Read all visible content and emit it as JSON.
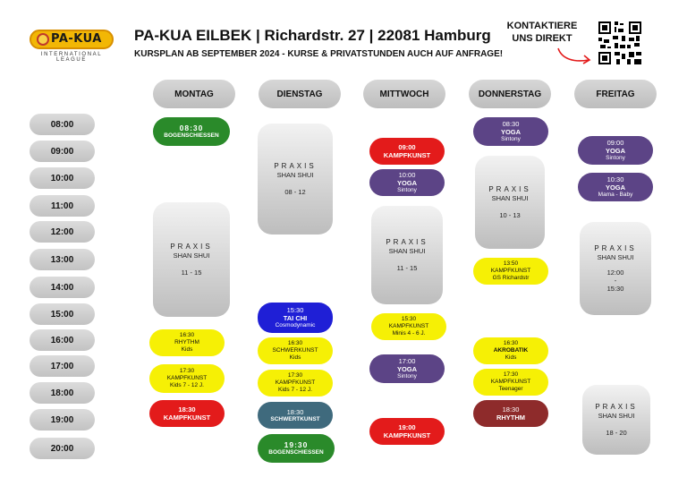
{
  "logo": {
    "text": "PA-KUA",
    "subtext": "INTERNATIONAL LEAGUE"
  },
  "header": {
    "title": "PA-KUA EILBEK | Richardstr. 27 | 22081 Hamburg",
    "subtitle": "KURSPLAN AB SEPTEMBER 2024 - KURSE & PRIVATSTUNDEN AUCH AUF ANFRAGE!"
  },
  "contact": {
    "line1": "KONTAKTIERE",
    "line2": "UNS DIREKT"
  },
  "days": [
    "MONTAG",
    "DIENSTAG",
    "MITTWOCH",
    "DONNERSTAG",
    "FREITAG"
  ],
  "times": [
    "08:00",
    "09:00",
    "10:00",
    "11:00",
    "12:00",
    "13:00",
    "14:00",
    "15:00",
    "16:00",
    "17:00",
    "18:00",
    "19:00",
    "20:00"
  ],
  "events": {
    "mon_bogen": {
      "time": "08:30",
      "name": "BOGENSCHIESSEN"
    },
    "mon_praxis": {
      "title": "PRAXIS",
      "name": "SHAN SHUI",
      "hours": "11 - 15"
    },
    "mon_rhythm": {
      "time": "16:30",
      "name": "RHYTHM",
      "group": "Kids"
    },
    "mon_kampf1": {
      "time": "17:30",
      "name": "KAMPFKUNST",
      "group": "Kids 7 - 12 J."
    },
    "mon_kampf2": {
      "time": "18:30",
      "name": "KAMPFKUNST"
    },
    "tue_praxis": {
      "title": "PRAXIS",
      "name": "SHAN SHUI",
      "hours": "08 - 12"
    },
    "tue_taichi": {
      "time": "15:30",
      "name": "TAI CHI",
      "group": "Cosmodynamic"
    },
    "tue_schwerk": {
      "time": "16:30",
      "name": "SCHWERKUNST",
      "group": "Kids"
    },
    "tue_kampf": {
      "time": "17:30",
      "name": "KAMPFKUNST",
      "group": "Kids 7 - 12 J."
    },
    "tue_schwert": {
      "time": "18:30",
      "name": "SCHWERTKUNST"
    },
    "tue_bogen": {
      "time": "19:30",
      "name": "BOGENSCHIESSEN"
    },
    "wed_kampf1": {
      "time": "09:00",
      "name": "KAMPFKUNST"
    },
    "wed_yoga1": {
      "time": "10:00",
      "name": "YOGA",
      "group": "Sintony"
    },
    "wed_praxis": {
      "title": "PRAXIS",
      "name": "SHAN SHUI",
      "hours": "11 - 15"
    },
    "wed_kampf2": {
      "time": "15:30",
      "name": "KAMPFKUNST",
      "group": "Minis 4 - 6 J."
    },
    "wed_yoga2": {
      "time": "17:00",
      "name": "YOGA",
      "group": "Sintony"
    },
    "wed_kampf3": {
      "time": "19:00",
      "name": "KAMPFKUNST"
    },
    "thu_yoga": {
      "time": "08:30",
      "name": "YOGA",
      "group": "Sintony"
    },
    "thu_praxis": {
      "title": "PRAXIS",
      "name": "SHAN SHUI",
      "hours": "10 - 13"
    },
    "thu_kampf": {
      "time": "13:50",
      "name": "KAMPFKUNST",
      "group": "GS Richardstr"
    },
    "thu_akro": {
      "time": "16:30",
      "name": "AKROBATIK",
      "group": "Kids"
    },
    "thu_kampf2": {
      "time": "17:30",
      "name": "KAMPFKUNST",
      "group": "Teenager"
    },
    "thu_rhythm": {
      "time": "18:30",
      "name": "RHYTHM"
    },
    "fri_yoga1": {
      "time": "09:00",
      "name": "YOGA",
      "group": "Sintony"
    },
    "fri_yoga2": {
      "time": "10:30",
      "name": "YOGA",
      "group": "Mama - Baby"
    },
    "fri_praxis1": {
      "title": "PRAXIS",
      "name": "SHAN SHUI",
      "hours_from": "12:00",
      "dash": "-",
      "hours_to": "15:30"
    },
    "fri_praxis2": {
      "title": "PRAXIS",
      "name": "SHAN SHUI",
      "hours": "18 - 20"
    }
  },
  "colors": {
    "green": "#2a8a2a",
    "red": "#e31b1b",
    "purple": "#5c4486",
    "yellow": "#f6f005",
    "blue": "#1f1fd6",
    "teal": "#3f6a7d",
    "maroon": "#8e2b2b",
    "grey": "#d0d0d0"
  },
  "icons": {
    "arrow": "arrow-icon",
    "qr": "qr-code-icon"
  }
}
